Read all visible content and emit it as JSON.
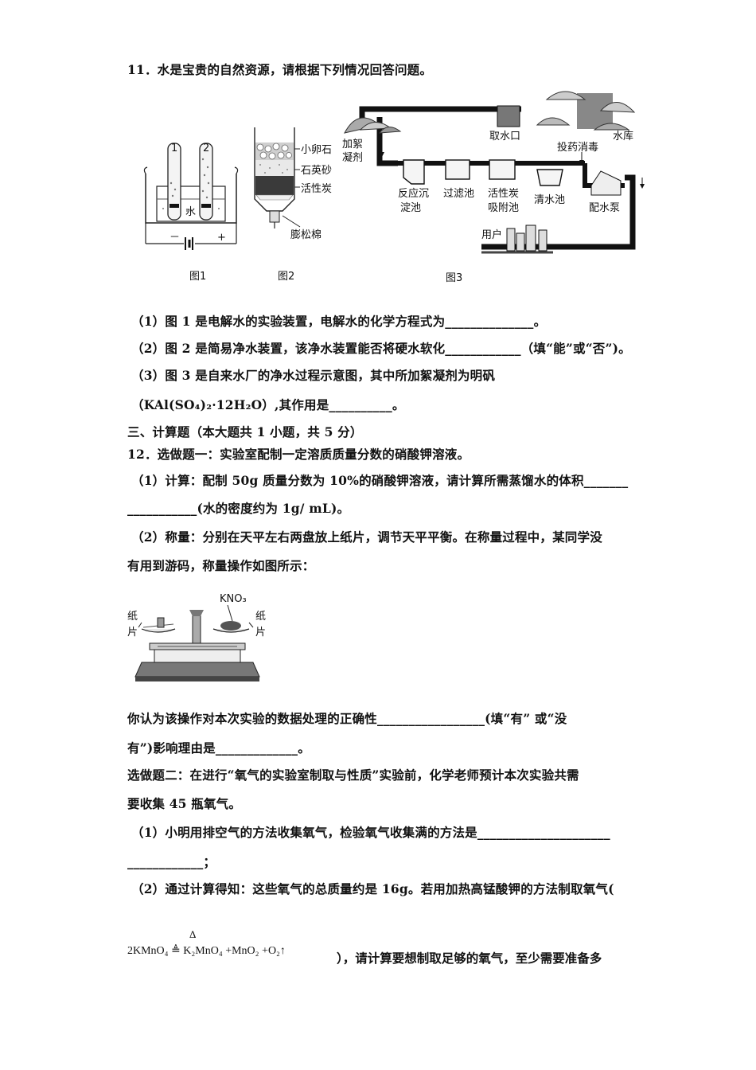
{
  "q11": {
    "stem": "11．水是宝贵的自然资源，请根据下列情况回答问题。",
    "fig1": {
      "caption": "图1",
      "tube1": "1",
      "tube2": "2",
      "water": "水",
      "minus": "－",
      "plus": "+"
    },
    "fig2": {
      "caption": "图2",
      "labels": [
        "小卵石",
        "石英砂",
        "活性炭",
        "膨松棉"
      ]
    },
    "fig3": {
      "caption": "图3",
      "labels": {
        "intake": "取水口",
        "reservoir": "水库",
        "flocculant": "加絮凝剂",
        "disinfect": "投药消毒",
        "reaction": "反应沉淀池",
        "filter": "过滤池",
        "carbon": "活性炭吸附池",
        "clear": "清水池",
        "pump": "配水泵",
        "user": "用户"
      }
    },
    "p1": "（1）图 1 是电解水的实验装置，电解水的化学方程式为______________。",
    "p2": "（2）图 2 是简易净水装置，该净水装置能否将硬水软化____________（填“能”或“否”)。",
    "p3": "（3）图 3 是自来水厂的净水过程示意图，其中所加絮凝剂为明矾",
    "p3b": "（KAl(SO₄)₂·12H₂O）,其作用是__________。"
  },
  "section3": "三、计算题（本大题共 1 小题，共 5 分）",
  "q12": {
    "stem": "12．选做题一：实验室配制一定溶质质量分数的硝酸钾溶液。",
    "c1a": "（1）计算：配制 50g 质量分数为 10%的硝酸钾溶液，请计算所需蒸馏水的体积_______",
    "c1b": "___________(水的密度约为 1g/ mL)。",
    "c2a": "（2）称量：分别在天平左右两盘放上纸片，调节天平平衡。在称量过程中，某同学没",
    "c2b": "有用到游码，称量操作如图所示：",
    "balance": {
      "chem": "KNO₃",
      "paper_left": [
        "纸",
        "片"
      ],
      "paper_right": [
        "纸",
        "片"
      ]
    },
    "c3a": "你认为该操作对本次实验的数据处理的正确性_________________(填“有” 或“没",
    "c3b": "有”)影响理由是_____________。",
    "opt2a": "选做题二：在进行“氧气的实验室制取与性质”实验前，化学老师预计本次实验共需",
    "opt2b": "要收集 45 瓶氧气。",
    "o1a": "（1）小明用排空气的方法收集氧气，检验氧气收集满的方法是_____________________",
    "o1b": "____________；",
    "o2": "（2）通过计算得知：这些氧气的总质量约是 16g。若用加热高锰酸钾的方法制取氧气(",
    "equation": "2KMnO₄ ≜ K₂MnO₄ +MnO₂ +O₂↑",
    "o2tail": "），请计算要想制取足够的氧气，至少需要准备多"
  }
}
